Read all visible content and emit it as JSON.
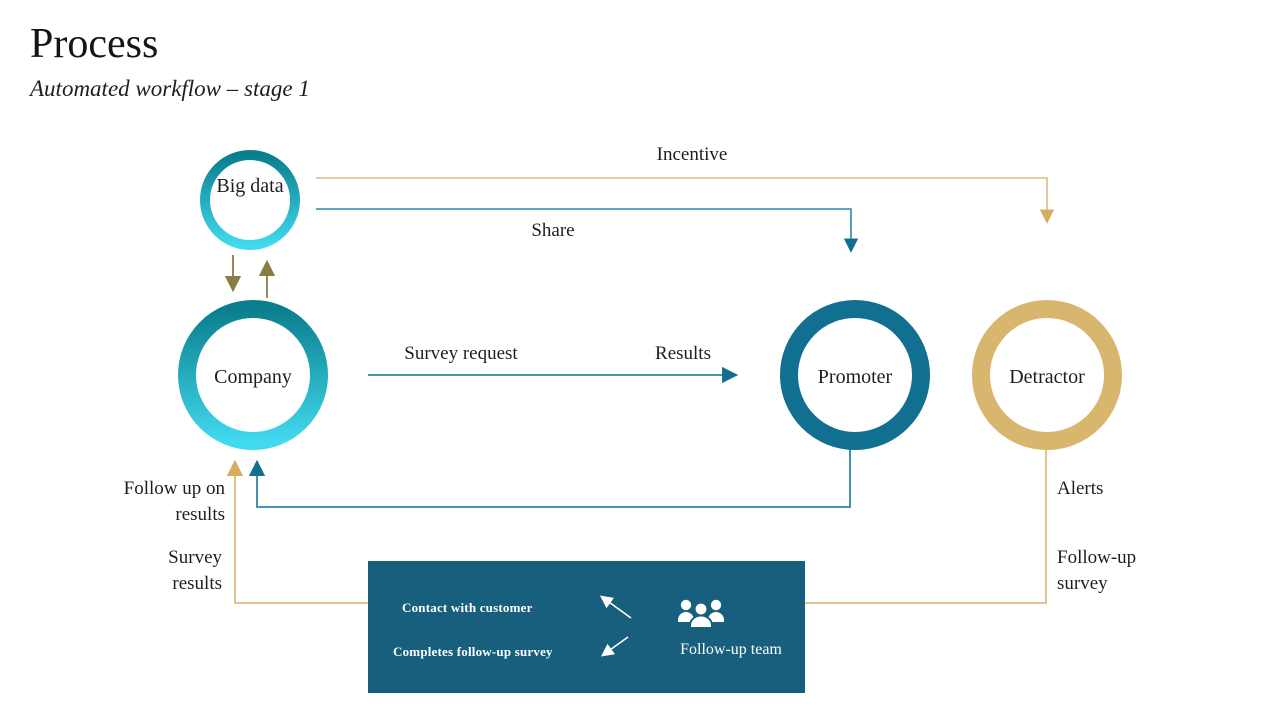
{
  "title": "Process",
  "subtitle": "Automated workflow – stage 1",
  "nodes": {
    "big_data": "Big data",
    "company": "Company",
    "promoter": "Promoter",
    "detractor": "Detractor"
  },
  "edge_labels": {
    "incentive": "Incentive",
    "share": "Share",
    "survey_request": "Survey request",
    "results": "Results",
    "follow_up_on_results": "Follow up on results",
    "survey_results": "Survey results",
    "alerts": "Alerts",
    "follow_up_survey": "Follow-up survey"
  },
  "follow_up_box": {
    "contact": "Contact with customer",
    "completes": "Completes follow-up survey",
    "team": "Follow-up team",
    "team_icon": "people-icon"
  },
  "colors": {
    "teal_ring": "#11708f",
    "teal_line": "#2b88a5",
    "teal_gradient_top": "#0a7e8d",
    "teal_gradient_bottom": "#41d9ee",
    "gold_ring": "#d9b66e",
    "gold_line": "#ddbc82",
    "olive_arrow": "#8a7c45",
    "box_background": "#185f7e",
    "text": "#1e1e1e"
  }
}
